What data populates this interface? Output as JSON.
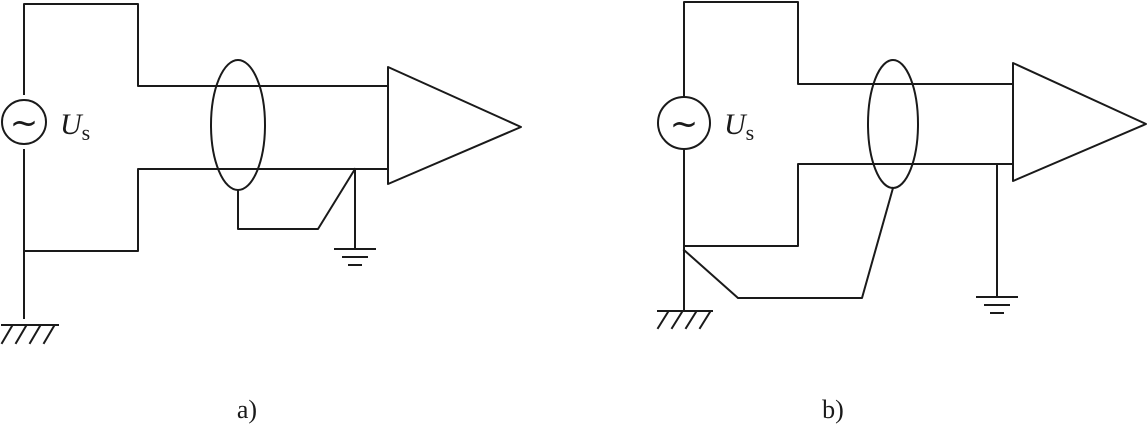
{
  "figures": [
    {
      "id": "a",
      "caption": "a)",
      "source": {
        "symbol": "~",
        "label_main": "U",
        "label_sub": "s"
      }
    },
    {
      "id": "b",
      "caption": "b)",
      "source": {
        "symbol": "~",
        "label_main": "U",
        "label_sub": "s"
      }
    }
  ],
  "colors": {
    "stroke": "#1a1a1a",
    "background": "#ffffff"
  },
  "icons": [
    "ac-source-icon",
    "amplifier-icon",
    "earth-ground-icon",
    "chassis-ground-icon",
    "cable-shield-icon"
  ]
}
